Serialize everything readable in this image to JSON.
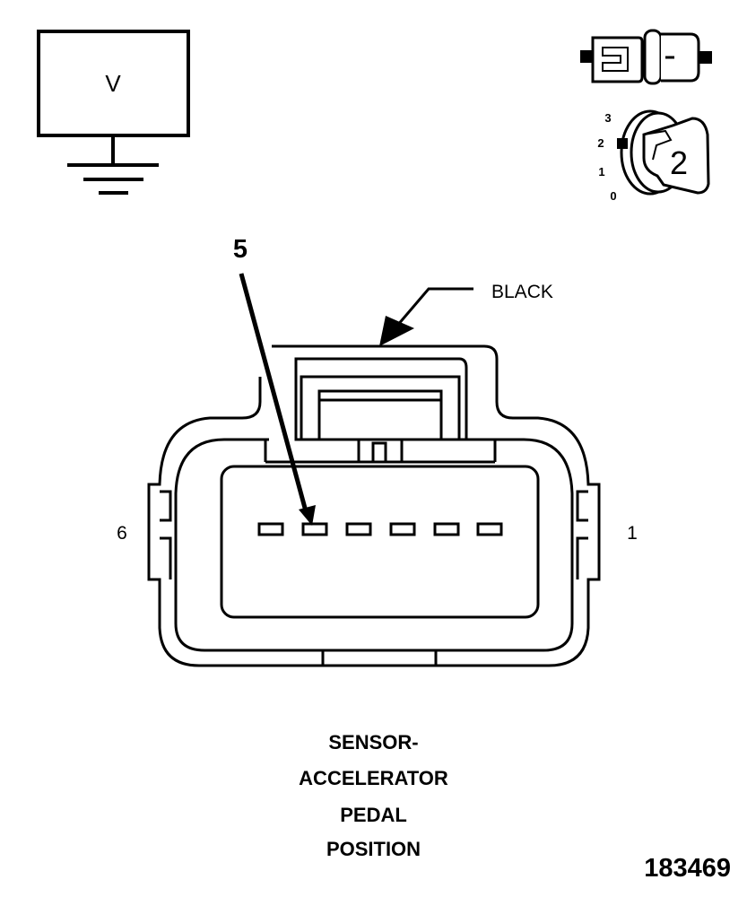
{
  "meter": {
    "label": "V"
  },
  "key_icon": {
    "scale_top": "3",
    "scale_2": "2",
    "scale_1": "1",
    "scale_bottom": "0",
    "position": "2"
  },
  "connector": {
    "callout_pin": "5",
    "color_label": "BLACK",
    "left_pin_label": "6",
    "right_pin_label": "1"
  },
  "caption": {
    "line1": "SENSOR-",
    "line2": "ACCELERATOR",
    "line3": "PEDAL",
    "line4": "POSITION"
  },
  "figure_id": "183469"
}
